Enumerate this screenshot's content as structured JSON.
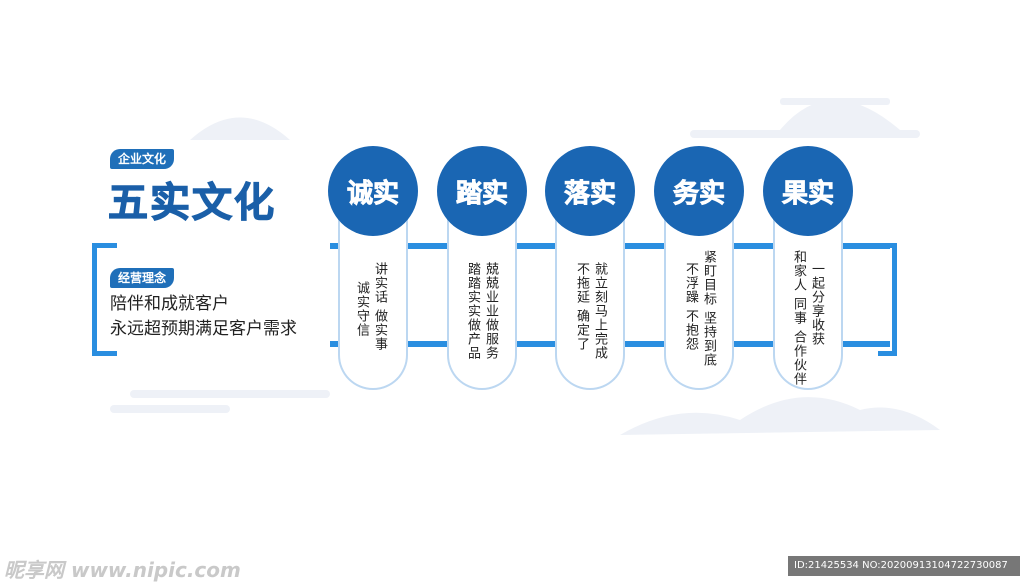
{
  "header": {
    "tag": "企业文化",
    "title": "五实文化"
  },
  "philosophy": {
    "tag": "经营理念",
    "line1": "陪伴和成就客户",
    "line2": "永远超预期满足客户需求"
  },
  "pillars": [
    {
      "title": "诚实",
      "col1": "讲实话  做实事",
      "col2": "诚实守信"
    },
    {
      "title": "踏实",
      "col1": "兢兢业业做服务",
      "col2": "踏踏实实做产品"
    },
    {
      "title": "落实",
      "col1": "就立刻马上完成",
      "col2": "不拖延  确定了"
    },
    {
      "title": "务实",
      "col1": "紧盯目标  坚持到底",
      "col2": "不浮躁  不抱怨"
    },
    {
      "title": "果实",
      "col1": "一起分享收获",
      "col2": "和家人 同事 合作伙伴"
    }
  ],
  "colors": {
    "primary": "#1a66b3",
    "accent": "#2a8ee0",
    "title": "#1a5fa8"
  },
  "watermark": {
    "left": "昵享网 www.nipic.com",
    "right": "ID:21425534 NO:20200913104722730087"
  }
}
